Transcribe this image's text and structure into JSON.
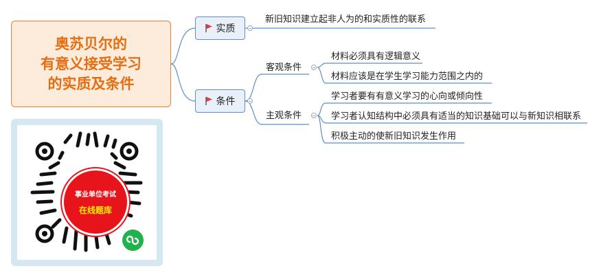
{
  "root": {
    "lines": [
      "奥苏贝尔的",
      "有意义接受学习",
      "的实质及条件"
    ]
  },
  "branch_essence": {
    "label": "实质",
    "child": "新旧知识建立起非人为的和实质性的联系"
  },
  "branch_conditions": {
    "label": "条件",
    "objective": {
      "label": "客观条件",
      "items": [
        "材料必须具有逻辑意义",
        "材料应该是在学生学习能力范围之内的"
      ]
    },
    "subjective": {
      "label": "主观条件",
      "items": [
        "学习者要有有意义学习的心向或倾向性",
        "学习者认知结构中必须具有适当的知识基础可以与新知识相联系",
        "积极主动的使新旧知识发生作用"
      ]
    }
  },
  "qr": {
    "top_text": "事业单位考试",
    "bottom_text": "在线题库"
  },
  "colors": {
    "root_text": "#e56e12",
    "root_border": "#e8833a",
    "node_border": "#5b8fc9",
    "line": "#5b8fc9",
    "flag": "#e23b3b",
    "qr_red": "#e8141b"
  }
}
